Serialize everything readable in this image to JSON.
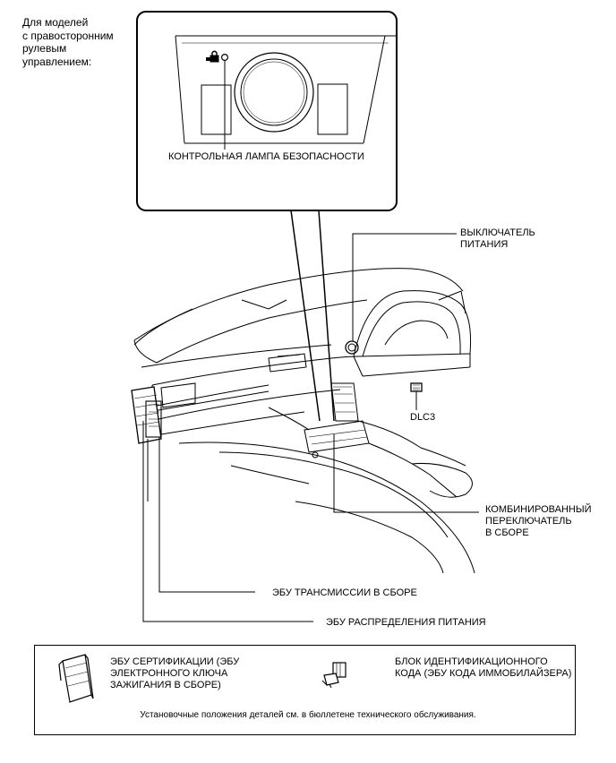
{
  "header_note": {
    "lines": [
      "Для моделей",
      "с правосторонним",
      "рулевым",
      "управлением:"
    ]
  },
  "inset": {
    "security_label": "КОНТРОЛЬНАЯ ЛАМПА БЕЗОПАСНОСТИ"
  },
  "callouts": {
    "power_switch": [
      "ВЫКЛЮЧАТЕЛЬ",
      "ПИТАНИЯ"
    ],
    "dlc3": "DLC3",
    "combination_switch": [
      "КОМБИНИРОВАННЫЙ",
      "ПЕРЕКЛЮЧАТЕЛЬ",
      "В СБОРЕ"
    ],
    "transmission_ecu": "ЭБУ ТРАНСМИССИИ В СБОРЕ",
    "power_distribution_ecu": "ЭБУ РАСПРЕДЕЛЕНИЯ ПИТАНИЯ"
  },
  "legend": {
    "certification_ecu": [
      "ЭБУ СЕРТИФИКАЦИИ (ЭБУ",
      "ЭЛЕКТРОННОГО КЛЮЧА",
      "ЗАЖИГАНИЯ В СБОРЕ)"
    ],
    "id_code_box": [
      "БЛОК ИДЕНТИФИКАЦИОННОГО",
      "КОДА (ЭБУ КОДА ИММОБИЛАЙЗЕРА)"
    ],
    "footnote": "Установочные положения деталей см. в бюллетене технического обслуживания."
  }
}
